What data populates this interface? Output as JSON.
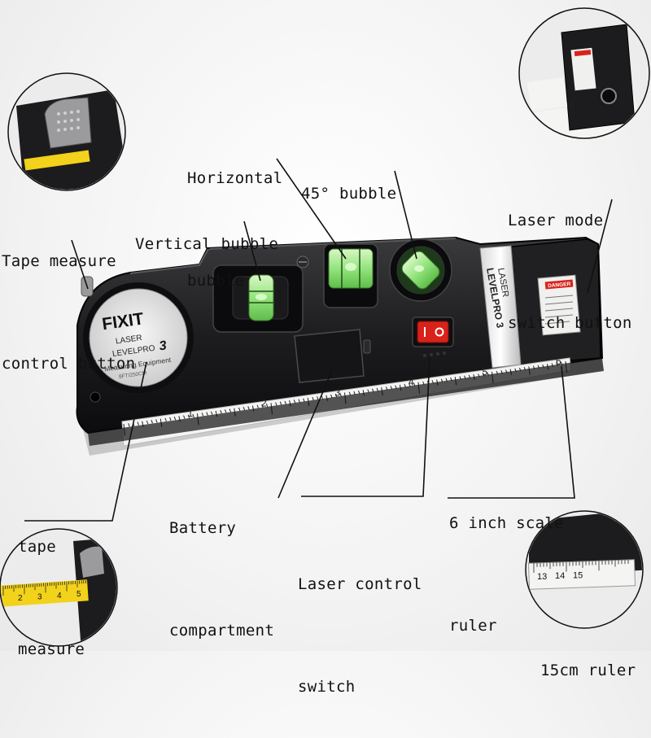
{
  "callouts": {
    "horizontal_bubble": [
      "Horizontal",
      "bubble"
    ],
    "bubble_45": "45° bubble",
    "vertical_bubble": "Vertical bubble",
    "tape_control": [
      "Tape measure",
      "control button"
    ],
    "laser_mode": [
      "Laser mode",
      "switch button"
    ],
    "battery": [
      "Battery",
      "compartment"
    ],
    "tape_measure": [
      "tape",
      "measure"
    ],
    "laser_control": [
      "Laser control",
      "switch"
    ],
    "scale_ruler": [
      "6 inch scale",
      "ruler"
    ],
    "ruler_15cm": "15cm ruler"
  },
  "device": {
    "brand": "FIXIT",
    "model_line1": "LASER",
    "model_line2": "LEVELPRO",
    "model_number": "3",
    "subtitle": "Measuring Equipment",
    "tape_spec": "8FT/250CM",
    "side_label_1": "LASER",
    "side_label_2": "LEVELPRO 3",
    "danger": "DANGER"
  },
  "rulers": {
    "main_ticks": [
      "1",
      "2",
      "3",
      "4",
      "5",
      "6"
    ],
    "tape_ticks": [
      "2",
      "3",
      "4",
      "5"
    ],
    "small_ticks": [
      "13",
      "14",
      "15"
    ]
  },
  "colors": {
    "body": "#1b1b1d",
    "ruler": "#f4f4f2",
    "bubble": "#8fe37a",
    "tape": "#f2d21a",
    "switch": "#d8221a"
  }
}
